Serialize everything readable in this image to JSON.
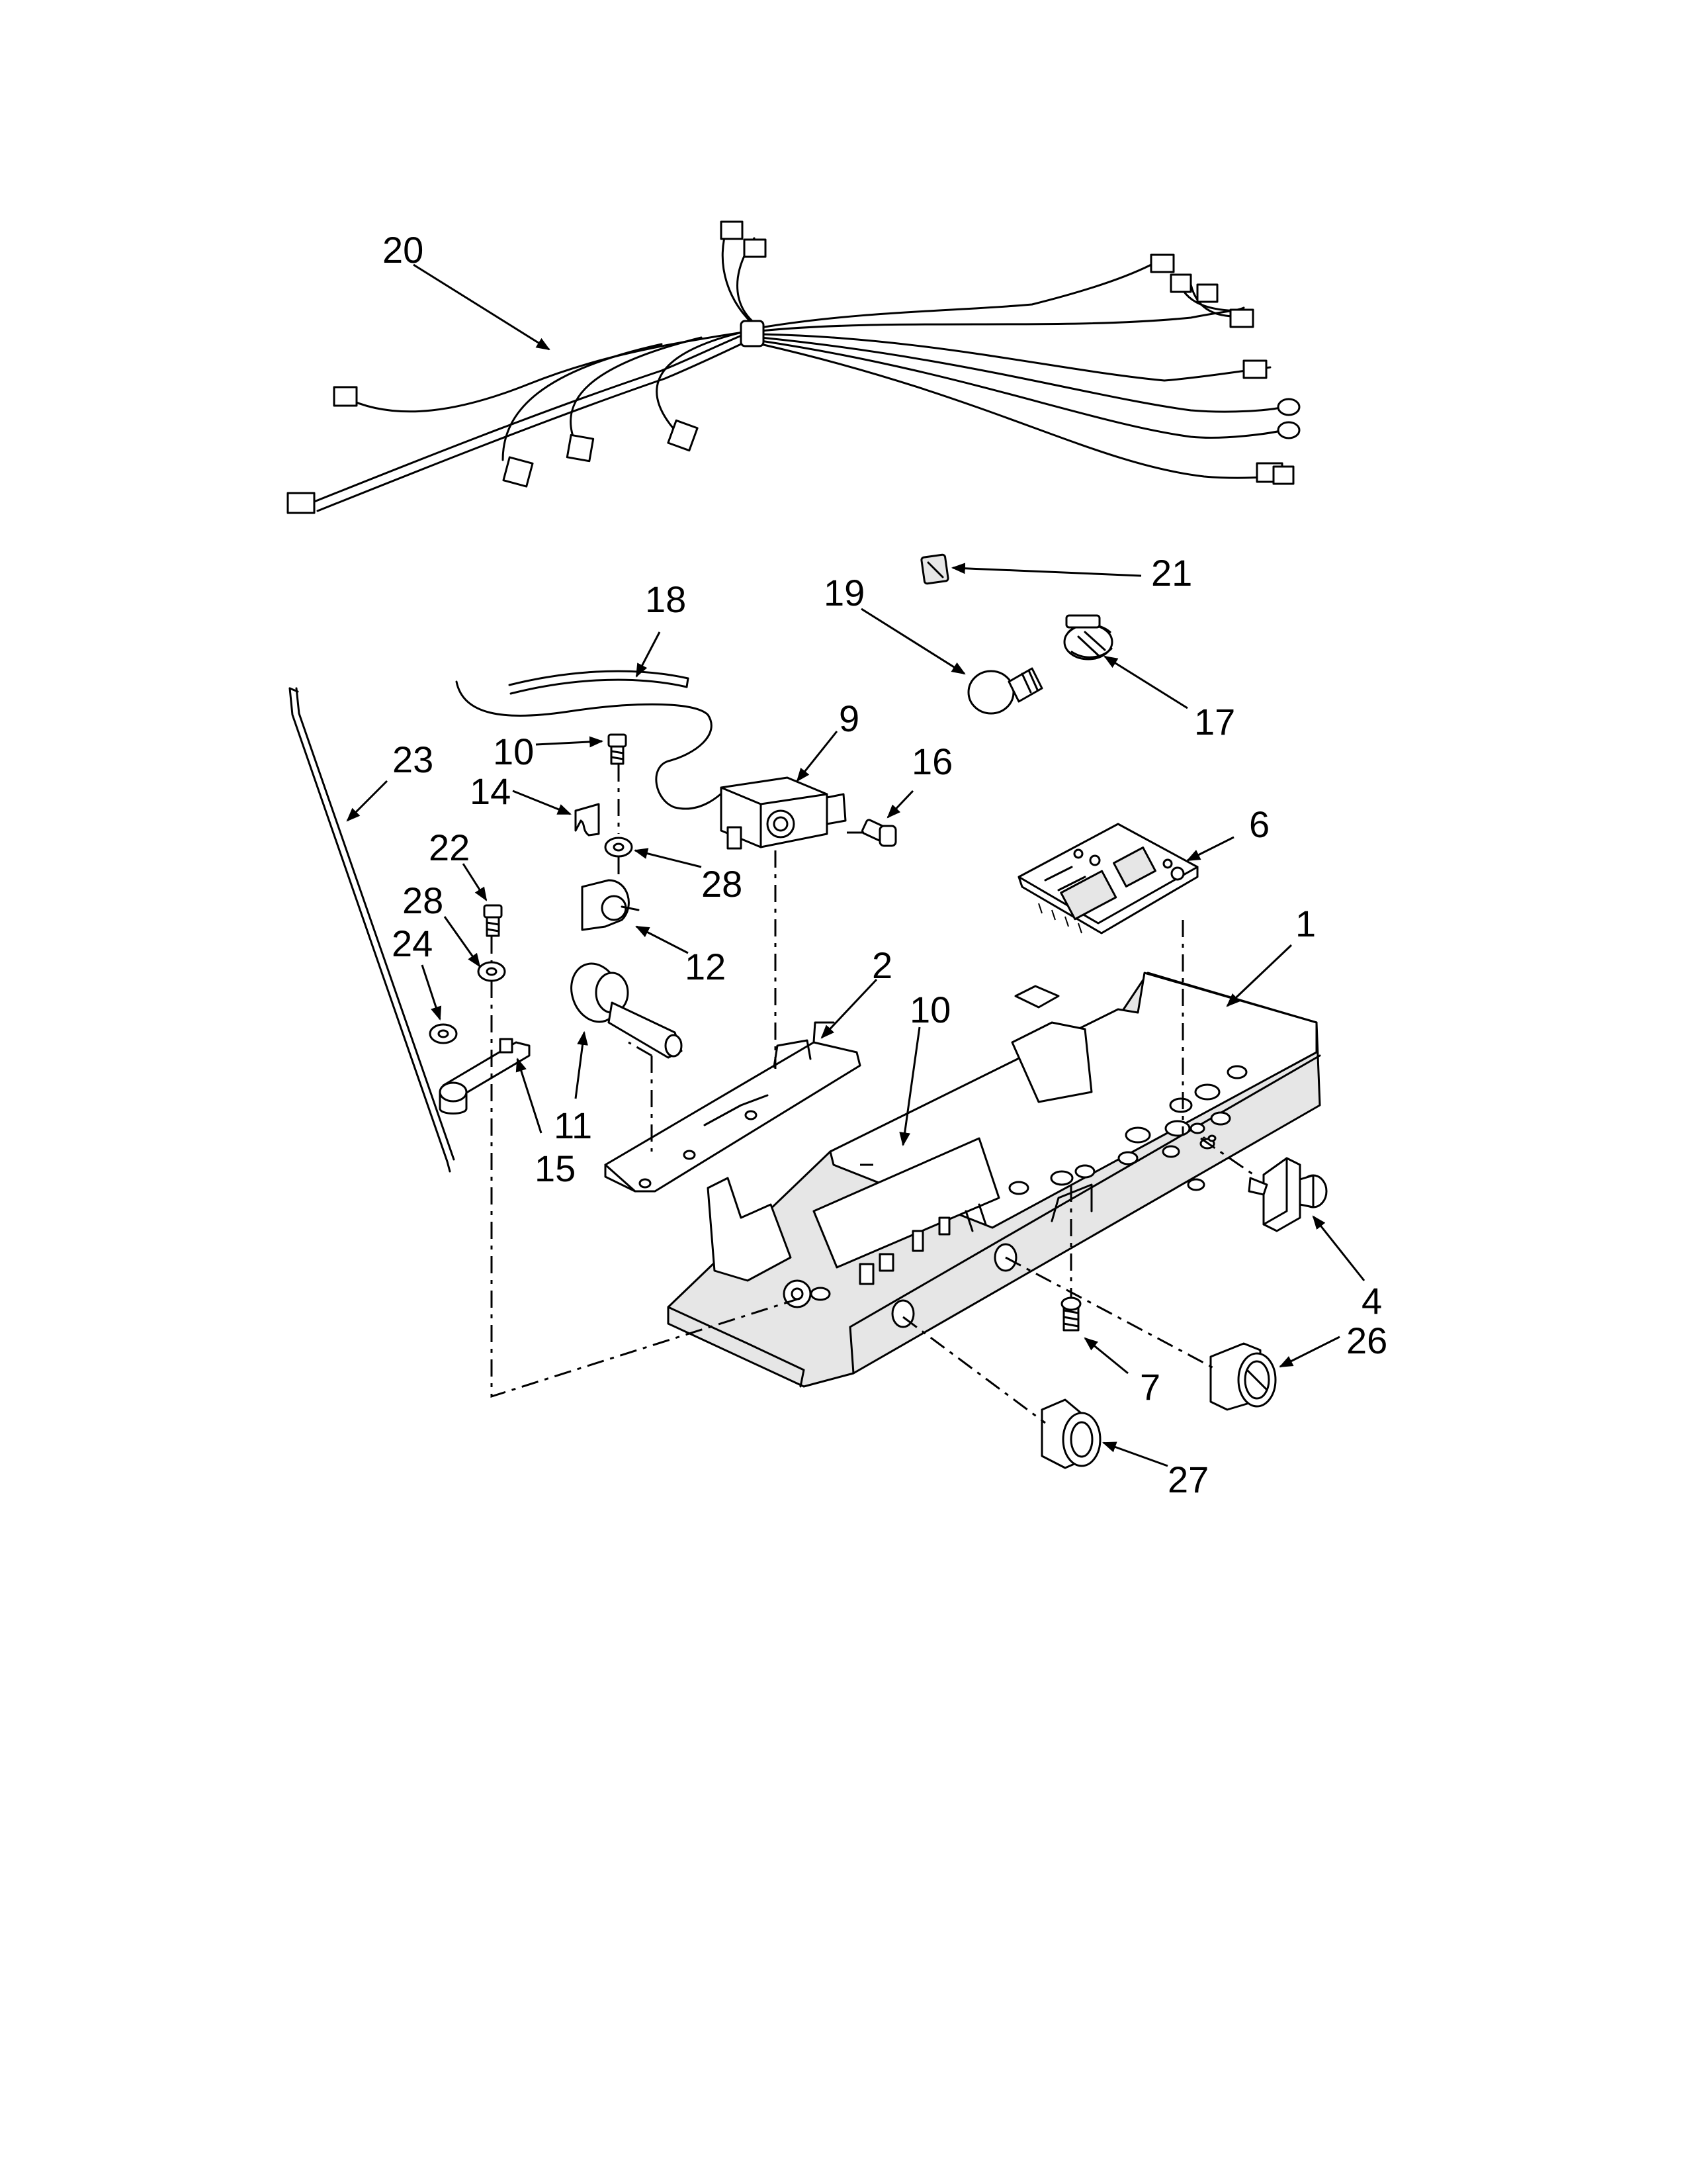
{
  "callouts": [
    {
      "id": "c20",
      "label": "20"
    },
    {
      "id": "c21",
      "label": "21"
    },
    {
      "id": "c19",
      "label": "19"
    },
    {
      "id": "c18",
      "label": "18"
    },
    {
      "id": "c17",
      "label": "17"
    },
    {
      "id": "c9",
      "label": "9"
    },
    {
      "id": "c16",
      "label": "16"
    },
    {
      "id": "c23",
      "label": "23"
    },
    {
      "id": "c10a",
      "label": "10"
    },
    {
      "id": "c14",
      "label": "14"
    },
    {
      "id": "c28a",
      "label": "28"
    },
    {
      "id": "c22",
      "label": "22"
    },
    {
      "id": "c28b",
      "label": "28"
    },
    {
      "id": "c6",
      "label": "6"
    },
    {
      "id": "c12",
      "label": "12"
    },
    {
      "id": "c24",
      "label": "24"
    },
    {
      "id": "c1",
      "label": "1"
    },
    {
      "id": "c2",
      "label": "2"
    },
    {
      "id": "c10b",
      "label": "10"
    },
    {
      "id": "c11",
      "label": "11"
    },
    {
      "id": "c15",
      "label": "15"
    },
    {
      "id": "c4",
      "label": "4"
    },
    {
      "id": "c26",
      "label": "26"
    },
    {
      "id": "c7",
      "label": "7"
    },
    {
      "id": "c27",
      "label": "27"
    }
  ]
}
